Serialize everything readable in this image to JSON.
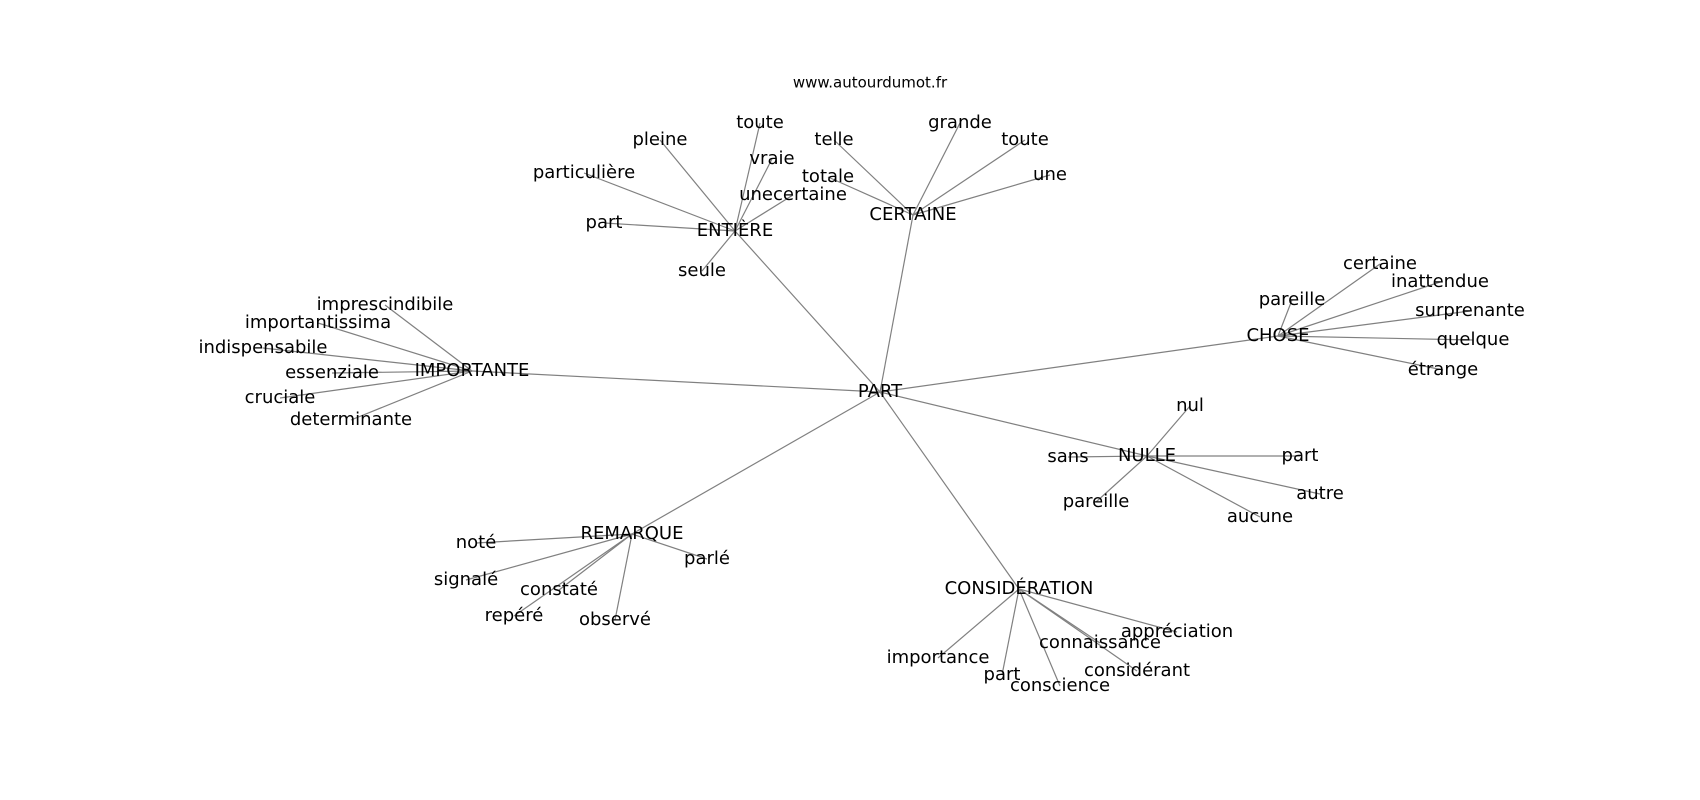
{
  "watermark": "www.autourdumot.fr",
  "colors": {
    "edge": "#808080",
    "text": "#000000",
    "background": "#ffffff"
  },
  "graph": {
    "root": {
      "id": "part-root",
      "label": "PART"
    },
    "hubs": [
      {
        "id": "entiere",
        "label": "ENTIÈRE",
        "leaves": [
          "toute",
          "pleine",
          "vraie",
          "particulière",
          "unecertaine",
          "part",
          "seule"
        ]
      },
      {
        "id": "certaine",
        "label": "CERTAINE",
        "leaves": [
          "grande",
          "telle",
          "toute",
          "totale",
          "une"
        ]
      },
      {
        "id": "chose",
        "label": "CHOSE",
        "leaves": [
          "certaine",
          "pareille",
          "inattendue",
          "surprenante",
          "quelque",
          "étrange"
        ]
      },
      {
        "id": "importante",
        "label": "IMPORTANTE",
        "leaves": [
          "imprescindibile",
          "importantissima",
          "indispensabile",
          "essenziale",
          "cruciale",
          "determinante"
        ]
      },
      {
        "id": "nulle",
        "label": "NULLE",
        "leaves": [
          "nul",
          "sans",
          "part",
          "autre",
          "pareille",
          "aucune"
        ]
      },
      {
        "id": "remarque",
        "label": "REMARQUE",
        "leaves": [
          "noté",
          "parlé",
          "signalé",
          "constaté",
          "repéré",
          "observé"
        ]
      },
      {
        "id": "consideration",
        "label": "CONSIDÉRATION",
        "leaves": [
          "appréciation",
          "connaissance",
          "importance",
          "considérant",
          "part",
          "conscience"
        ]
      }
    ]
  }
}
